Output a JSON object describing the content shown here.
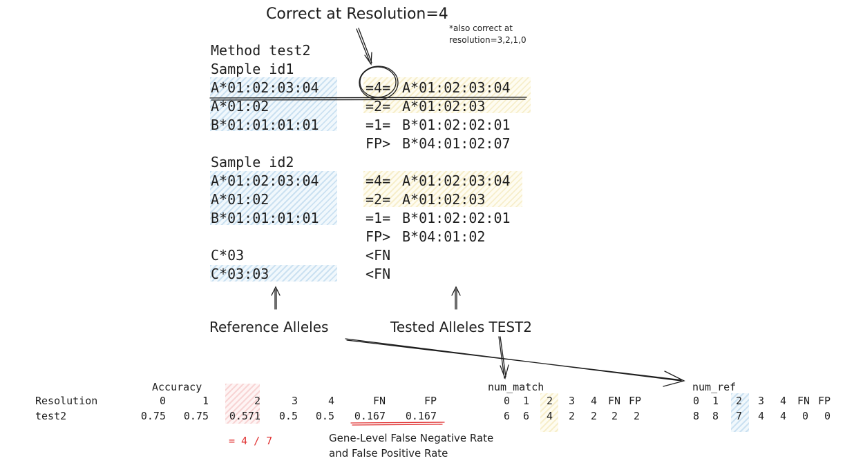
{
  "annotations": {
    "correct_title": "Correct at Resolution=4",
    "also_correct_line1": "*also correct at",
    "also_correct_line2": "resolution=3,2,1,0",
    "reference_label": "Reference Alleles",
    "tested_label": "Tested Alleles TEST2",
    "gene_level_line1": "Gene-Level False Negative Rate",
    "gene_level_line2": "and False Positive Rate",
    "ratio_note": "= 4 / 7"
  },
  "method": "Method test2",
  "samples": [
    {
      "title": "Sample id1",
      "rows": [
        {
          "ref": "A*01:02:03:04",
          "op": "=4=",
          "test": "A*01:02:03:04"
        },
        {
          "ref": "A*01:02",
          "op": "=2=",
          "test": "A*01:02:03"
        },
        {
          "ref": "B*01:01:01:01",
          "op": "=1=",
          "test": "B*01:02:02:01"
        },
        {
          "ref": "",
          "op": "FP>",
          "test": "B*04:01:02:07"
        }
      ]
    },
    {
      "title": "Sample id2",
      "rows": [
        {
          "ref": "A*01:02:03:04",
          "op": "=4=",
          "test": "A*01:02:03:04"
        },
        {
          "ref": "A*01:02",
          "op": "=2=",
          "test": "A*01:02:03"
        },
        {
          "ref": "B*01:01:01:01",
          "op": "=1=",
          "test": "B*01:02:02:01"
        },
        {
          "ref": "",
          "op": "FP>",
          "test": "B*04:01:02"
        },
        {
          "ref": "C*03",
          "op": "<FN",
          "test": ""
        },
        {
          "ref": "C*03:03",
          "op": "<FN",
          "test": ""
        }
      ]
    }
  ],
  "table": {
    "accuracy_title": "Accuracy",
    "num_match_title": "num_match",
    "num_ref_title": "num_ref",
    "row_header": "Resolution",
    "row_label": "test2",
    "accuracy_cols": [
      "0",
      "1",
      "2",
      "3",
      "4",
      "FN",
      "FP"
    ],
    "accuracy_vals": [
      "0.75",
      "0.75",
      "0.571",
      "0.5",
      "0.5",
      "0.167",
      "0.167"
    ],
    "match_cols": [
      "0",
      "1",
      "2",
      "3",
      "4",
      "FN",
      "FP"
    ],
    "match_vals": [
      "6",
      "6",
      "4",
      "2",
      "2",
      "2",
      "2"
    ],
    "ref_cols": [
      "0",
      "1",
      "2",
      "3",
      "4",
      "FN",
      "FP"
    ],
    "ref_vals": [
      "8",
      "8",
      "7",
      "4",
      "4",
      "0",
      "0"
    ]
  }
}
